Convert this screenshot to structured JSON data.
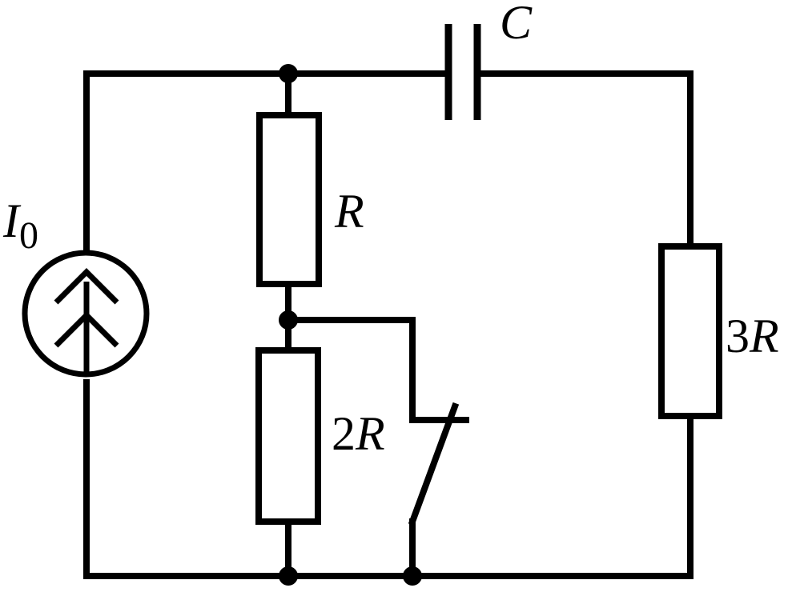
{
  "labels": {
    "source": {
      "symbol": "I",
      "subscript": "0"
    },
    "capacitor": "C",
    "r1": "R",
    "r2_coef": "2",
    "r2_sym": "R",
    "r3_coef": "3",
    "r3_sym": "R"
  }
}
